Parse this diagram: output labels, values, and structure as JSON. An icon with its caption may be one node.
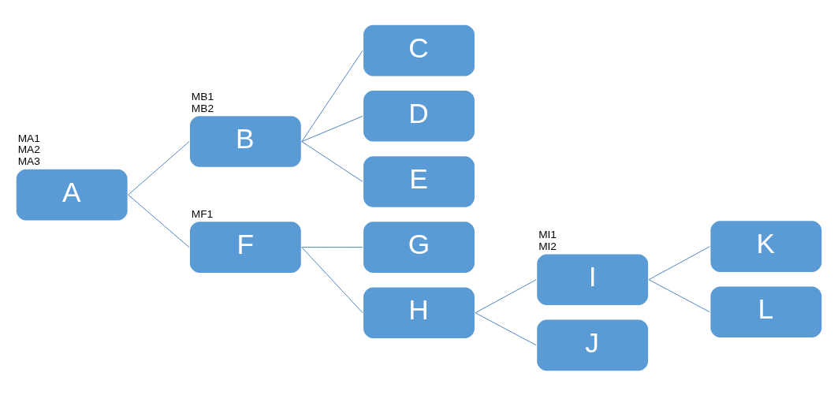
{
  "diagram": {
    "nodes": [
      {
        "text": [
          "A"
        ],
        "beside": [
          "MA1",
          "MA2",
          "MA3"
        ]
      },
      {
        "text": [
          "B"
        ],
        "beside": [
          "MB1",
          "MB2"
        ]
      },
      {
        "text": [
          "C"
        ]
      },
      {
        "text": [
          "D"
        ]
      },
      {
        "text": [
          "E"
        ]
      },
      {
        "text": [
          "F"
        ],
        "beside": [
          "MF1"
        ]
      },
      {
        "text": [
          "G"
        ]
      },
      {
        "text": [
          "H"
        ]
      },
      {
        "text": [
          "I"
        ],
        "beside": [
          "MI1",
          "MI2"
        ]
      },
      {
        "text": [
          "J"
        ]
      },
      {
        "text": [
          "K"
        ]
      },
      {
        "text": [
          "L"
        ]
      }
    ],
    "edges": [
      {
        "from": 0,
        "to": 1,
        "arrow": "none"
      },
      {
        "from": 0,
        "to": 5,
        "arrow": "none"
      },
      {
        "from": 1,
        "to": 2,
        "arrow": "none"
      },
      {
        "from": 1,
        "to": 3,
        "arrow": "none"
      },
      {
        "from": 1,
        "to": 4,
        "arrow": "none"
      },
      {
        "from": 5,
        "to": 6,
        "arrow": "none"
      },
      {
        "from": 5,
        "to": 7,
        "arrow": "none"
      },
      {
        "from": 7,
        "to": 8,
        "arrow": "none"
      },
      {
        "from": 7,
        "to": 9,
        "arrow": "none"
      },
      {
        "from": 8,
        "to": 10,
        "arrow": "none"
      },
      {
        "from": 8,
        "to": 11,
        "arrow": "none"
      }
    ]
  }
}
